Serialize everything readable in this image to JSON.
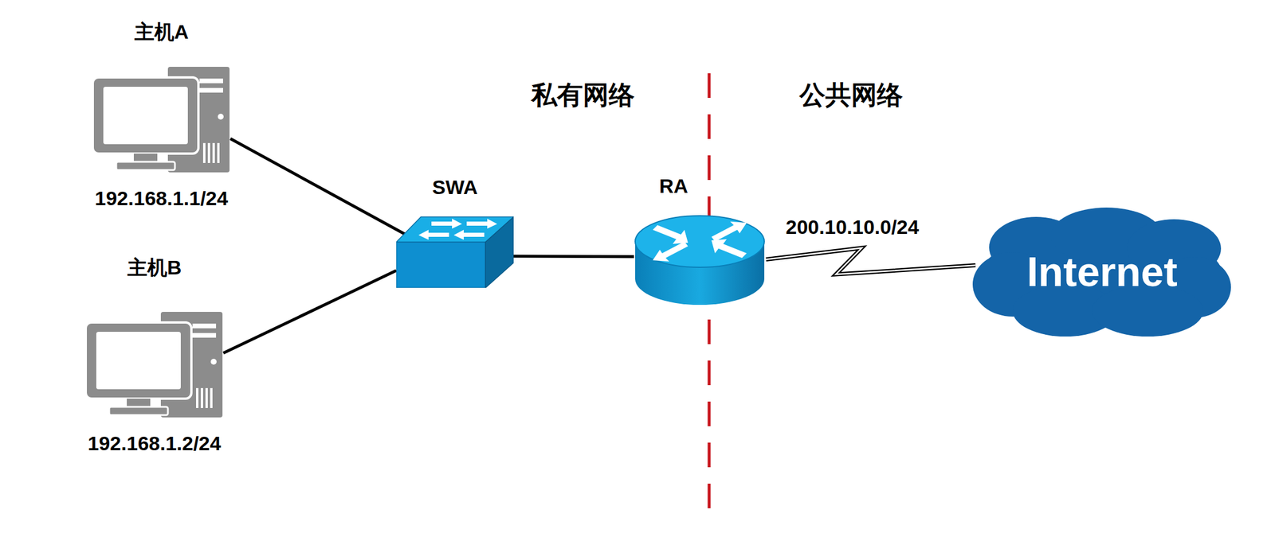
{
  "diagram": {
    "nodes": [
      {
        "text": [
          "主机A",
          "192.168.1.1/24"
        ]
      },
      {
        "text": [
          "主机B",
          "192.168.1.2/24"
        ]
      },
      {
        "text": [
          "SWA"
        ]
      },
      {
        "text": [
          "RA"
        ]
      },
      {
        "text": [
          "Internet"
        ]
      }
    ],
    "edges": [
      {
        "from": 0,
        "to": 2,
        "arrow": "none"
      },
      {
        "from": 1,
        "to": 2,
        "arrow": "none"
      },
      {
        "from": 2,
        "to": 3,
        "arrow": "none"
      },
      {
        "from": 3,
        "to": 4,
        "label": "200.10.10.0/24",
        "arrow": "none"
      }
    ],
    "labels": [
      "私有网络",
      "公共网络"
    ]
  }
}
